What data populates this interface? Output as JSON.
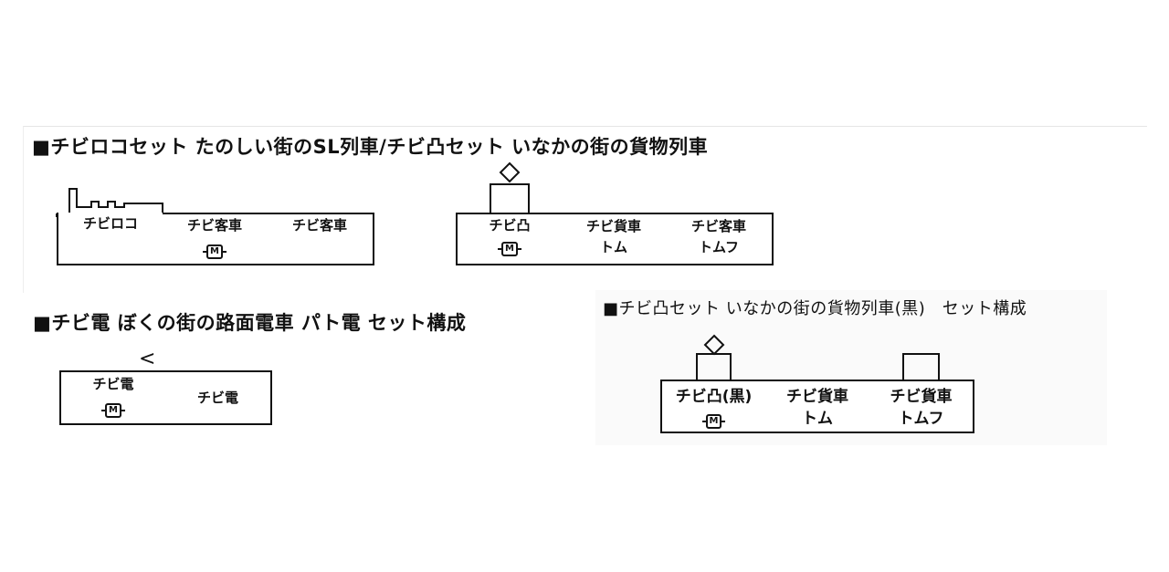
{
  "set1": {
    "title": "■チビロコセット たのしい街のSL列車/チビ凸セット いなかの街の貨物列車",
    "train_a": [
      {
        "line1": "チビロコ",
        "line2": ""
      },
      {
        "line1": "チビ客車",
        "line2": "",
        "motor": "M"
      },
      {
        "line1": "チビ客車",
        "line2": ""
      }
    ],
    "train_b": [
      {
        "line1": "チビ凸",
        "line2": "",
        "motor": "M"
      },
      {
        "line1": "チビ貨車",
        "line2": "トム"
      },
      {
        "line1": "チビ客車",
        "line2": "トムフ"
      }
    ]
  },
  "set2": {
    "title": "■チビ電 ぼくの街の路面電車 パト電 セット構成",
    "pantograph": "<",
    "cars": [
      {
        "line1": "チビ電",
        "motor": "M"
      },
      {
        "line1": "チビ電"
      }
    ]
  },
  "set3": {
    "title": "■チビ凸セット いなかの街の貨物列車(黒)　セット構成",
    "cars": [
      {
        "line1": "チビ凸(黒)",
        "line2": "",
        "motor": "M"
      },
      {
        "line1": "チビ貨車",
        "line2": "トム"
      },
      {
        "line1": "チビ貨車",
        "line2": "トムフ"
      }
    ]
  },
  "colors": {
    "line": "#111111"
  }
}
